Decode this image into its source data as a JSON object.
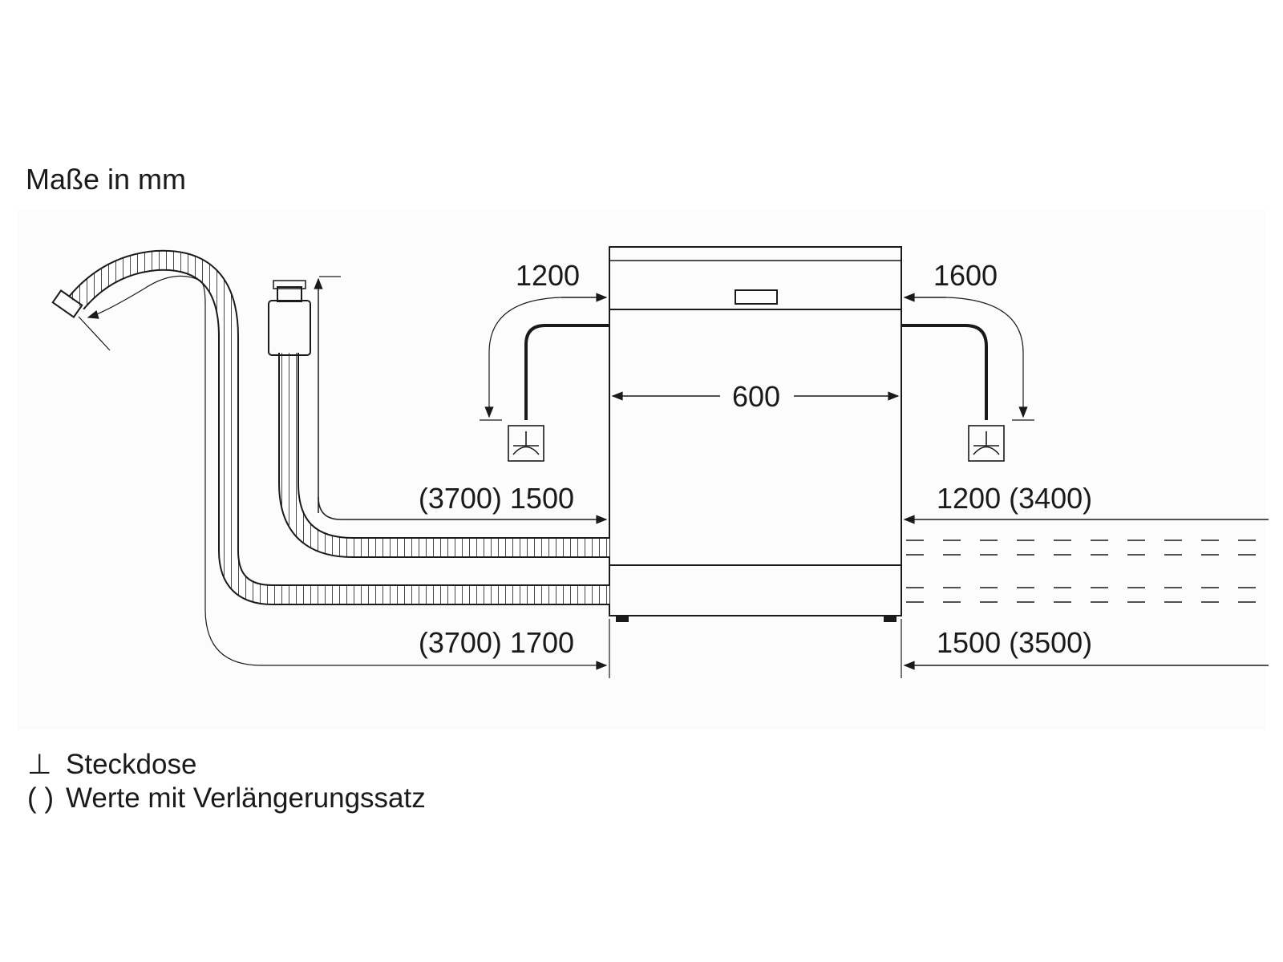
{
  "title": "Maße in mm",
  "dimensions": {
    "width": "600",
    "inlet_left": "1200",
    "inlet_right": "1600",
    "hose_upper_left": "(3700) 1500",
    "hose_upper_right": "1200 (3400)",
    "hose_lower_left": "(3700) 1700",
    "hose_lower_right": "1500 (3500)"
  },
  "legend": {
    "socket_symbol": "⊥",
    "socket_label": "Steckdose",
    "extension_symbol": "( )",
    "extension_label": "Werte mit Verlängerungssatz"
  },
  "icons": [
    "socket-icon",
    "water-tap-icon",
    "drain-hose-icon",
    "inlet-hose-icon",
    "dishwasher-icon"
  ]
}
